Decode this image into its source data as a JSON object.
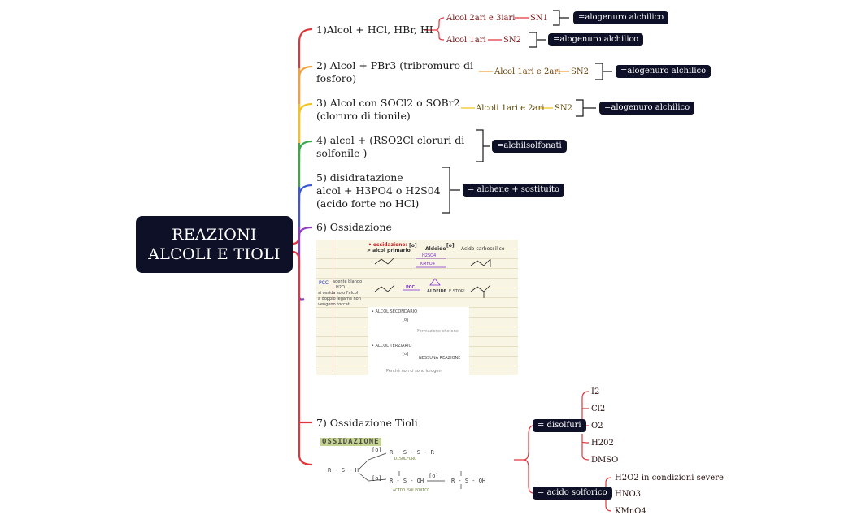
{
  "root": {
    "line1": "REAZIONI",
    "line2": "ALCOLI E TIOLI"
  },
  "topics": [
    {
      "id": "t1",
      "text": "1)Alcol + HCl, HBr, HI"
    },
    {
      "id": "t2",
      "text": "2) Alcol + PBr3 (tribromuro di\nfosforo)"
    },
    {
      "id": "t3",
      "text": "3) Alcol con SOCl2 o SOBr2\n(cloruro di tionile)"
    },
    {
      "id": "t4",
      "text": "4) alcol + (RSO2Cl cloruri di\nsolfonile )"
    },
    {
      "id": "t5",
      "text": "5) disidratazione\nalcol + H3PO4 o H2S04\n(acido forte no HCl)"
    },
    {
      "id": "t6",
      "text": "6) Ossidazione"
    },
    {
      "id": "t7",
      "text": "7) Ossidazione Tioli"
    }
  ],
  "branch1": {
    "a_label": "Alcol 2ari e 3iari",
    "a_mech": "SN1",
    "a_result": "=alogenuro alchilico",
    "b_label": "Alcol 1ari",
    "b_mech": "SN2",
    "b_result": "=alogenuro alchilico"
  },
  "branch2": {
    "label": "Alcol 1ari e 2ari",
    "mech": "SN2",
    "result": "=alogenuro alchilico"
  },
  "branch3": {
    "label": "Alcoli 1ari e 2ari",
    "mech": "SN2",
    "result": "=alogenuro alchilico"
  },
  "branch4": {
    "result": "=alchilsolfonati"
  },
  "branch5": {
    "result": "= alchene + sostituito"
  },
  "branch7": {
    "disolfuri": "= disolfuri",
    "disolfuri_items": [
      "I2",
      "Cl2",
      "O2",
      "H202",
      "DMSO"
    ],
    "solforico": "= acido solforico",
    "solforico_items": [
      "H2O2 in condizioni severe",
      "HNO3",
      "KMnO4"
    ]
  },
  "note6": {
    "line_a": "• ossidazione:",
    "line_b": "> alcol primario",
    "o1": "[o]",
    "aldeide": "Aldeide",
    "o2": "[o]",
    "acido": "Acido carbossilico",
    "r1": "H2SO4",
    "r2": "KMnO4",
    "pcc": "PCC",
    "pcc_note1": "agente blando",
    "pcc_note2": "H2O",
    "pcc_note3": "si ossida solo l'alcol",
    "pcc_note4": "a doppio legame non",
    "pcc_note5": "vengono toccati",
    "pcc_arrow": "PCC",
    "aldeide2": "ALDEIDE",
    "stop": "E STOP!",
    "sec_title": "• ALCOL SECONDARIO",
    "sec_o": "[o]",
    "sec_product": "Formazione chetone",
    "ter_title": "• ALCOL TERZIARIO",
    "ter_o": "[o]",
    "ter_product": "NESSUNA REAZIONE",
    "footer": "Perché non ci sono idrogeni"
  },
  "note7": {
    "heading": "OSSIDAZIONE",
    "rsh": "R - S - H",
    "o_top": "[o]",
    "rssr": "R - S - S - R",
    "disolfuro": "DISOLFURO",
    "o_bottom": "[o]",
    "sulfenic": "R - S - OH",
    "o_third": "[o]",
    "sulfonic": "R - S - OH",
    "acido": "ACIDO SOLFONICO"
  },
  "colors": {
    "red": "#e0353b",
    "orange": "#f0a13b",
    "yellow": "#f2c31c",
    "green": "#39a94a",
    "blue": "#3b5ad1",
    "purple": "#8e3fbf",
    "dark": "#0e1027"
  }
}
